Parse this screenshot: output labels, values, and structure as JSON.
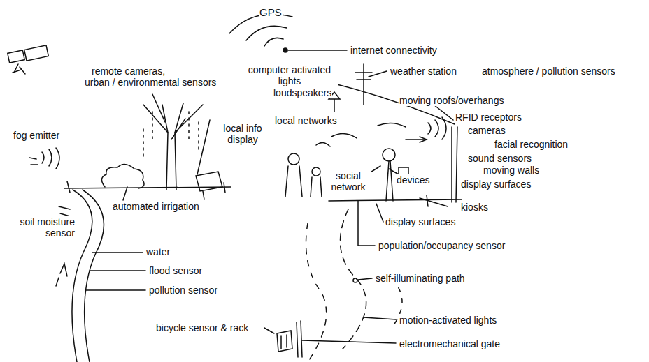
{
  "diagram": {
    "labels": [
      "GPS",
      "internet connectivity",
      "remote cameras,",
      "urban / environmental sensors",
      "computer activated lights",
      "weather station",
      "atmosphere / pollution sensors",
      "loudspeakers",
      "moving roofs/overhangs",
      "RFID receptors",
      "local networks",
      "local info display",
      "fog emitter",
      "cameras",
      "facial recognition",
      "sound sensors",
      "moving walls",
      "social network",
      "devices",
      "display surfaces",
      "automated irrigation",
      "kiosks",
      "soil moisture sensor",
      "display surfaces",
      "population/occupancy sensor",
      "water",
      "flood sensor",
      "self-illuminating path",
      "pollution sensor",
      "motion-activated lights",
      "bicycle sensor & rack",
      "electromechanical gate"
    ]
  }
}
